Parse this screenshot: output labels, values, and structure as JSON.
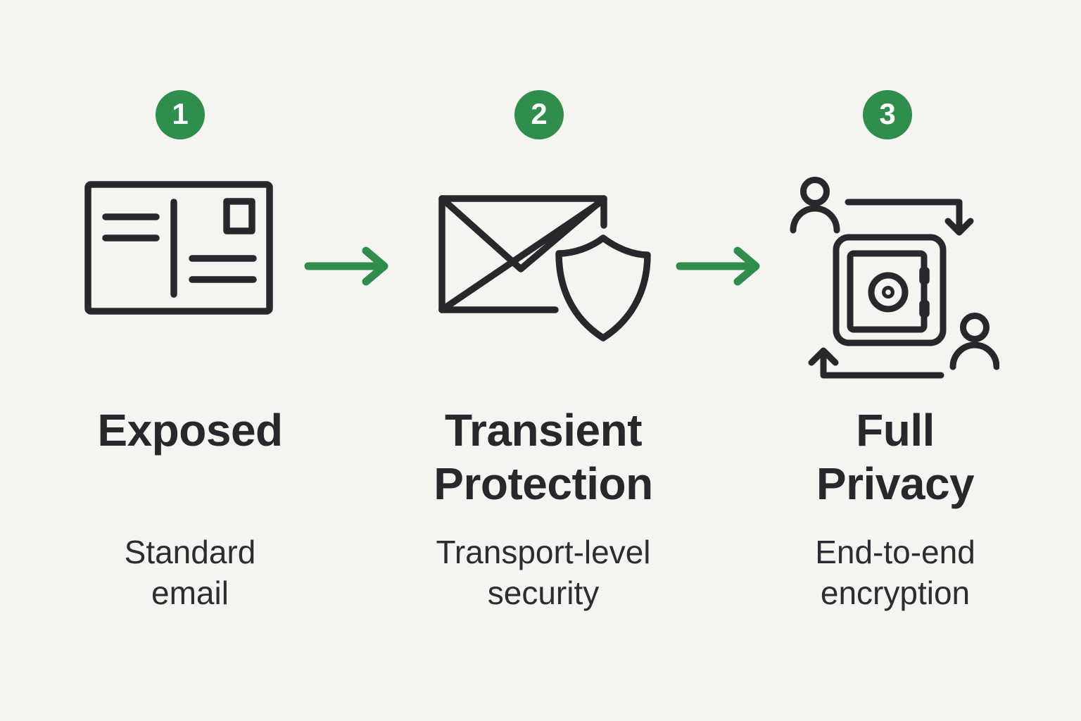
{
  "colors": {
    "background": "#f5f4f1",
    "icon_stroke": "#26282b",
    "accent_green": "#2f8e4c",
    "badge_number": "#ffffff",
    "title_text": "#26282b",
    "subtitle_text": "#2b2e31"
  },
  "steps": [
    {
      "number": "1",
      "title_lines": [
        "Exposed"
      ],
      "subtitle_lines": [
        "Standard",
        "email"
      ],
      "icon": "postcard-icon"
    },
    {
      "number": "2",
      "title_lines": [
        "Transient",
        "Protection"
      ],
      "subtitle_lines": [
        "Transport-level",
        "security"
      ],
      "icon": "envelope-shield-icon"
    },
    {
      "number": "3",
      "title_lines": [
        "Full",
        "Privacy"
      ],
      "subtitle_lines": [
        "End-to-end",
        "encryption"
      ],
      "icon": "secure-exchange-icon"
    }
  ],
  "arrows": [
    {
      "name": "arrow-step1-to-step2"
    },
    {
      "name": "arrow-step2-to-step3"
    }
  ]
}
